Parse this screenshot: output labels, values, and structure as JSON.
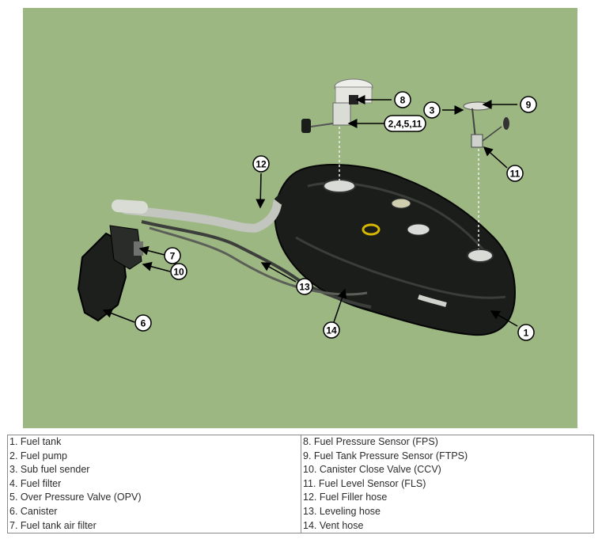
{
  "callouts": [
    "8",
    "3",
    "9",
    "2,4,5,11",
    "11",
    "12",
    "7",
    "10",
    "13",
    "6",
    "14",
    "1"
  ],
  "legend": {
    "left": [
      "1. Fuel tank",
      "2. Fuel pump",
      "3. Sub fuel sender",
      "4. Fuel filter",
      "5. Over Pressure Valve (OPV)",
      "6. Canister",
      "7. Fuel tank air filter"
    ],
    "right": [
      "8. Fuel Pressure Sensor (FPS)",
      "9. Fuel Tank Pressure Sensor (FTPS)",
      "10. Canister Close Valve (CCV)",
      "11. Fuel Level Sensor (FLS)",
      "12. Fuel Filler hose",
      "13. Leveling hose",
      "14. Vent hose"
    ]
  },
  "colors": {
    "background": "#9cb782",
    "tank": "#1b1d1a",
    "pipe": "#b8bdb6",
    "callout_fill": "#ffffff",
    "callout_stroke": "#000000"
  }
}
